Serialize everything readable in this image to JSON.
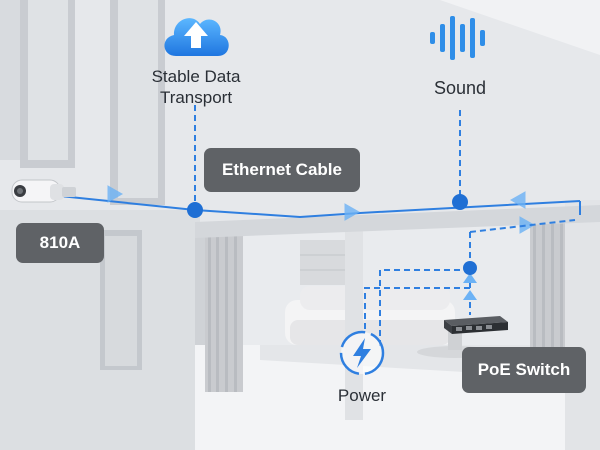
{
  "labels": {
    "stable_data": "Stable Data\nTransport",
    "sound": "Sound",
    "ethernet": "Ethernet Cable",
    "model": "810A",
    "power": "Power",
    "poe": "PoE Switch"
  },
  "icons": {
    "cloud": "cloud-upload-icon",
    "sound": "sound-wave-icon",
    "power": "power-lightning-icon",
    "camera": "camera-icon",
    "switch": "poe-switch-icon"
  },
  "colors": {
    "accent": "#2f7fe0",
    "pill": "#5f6266",
    "wall": "#e4e7ea"
  }
}
